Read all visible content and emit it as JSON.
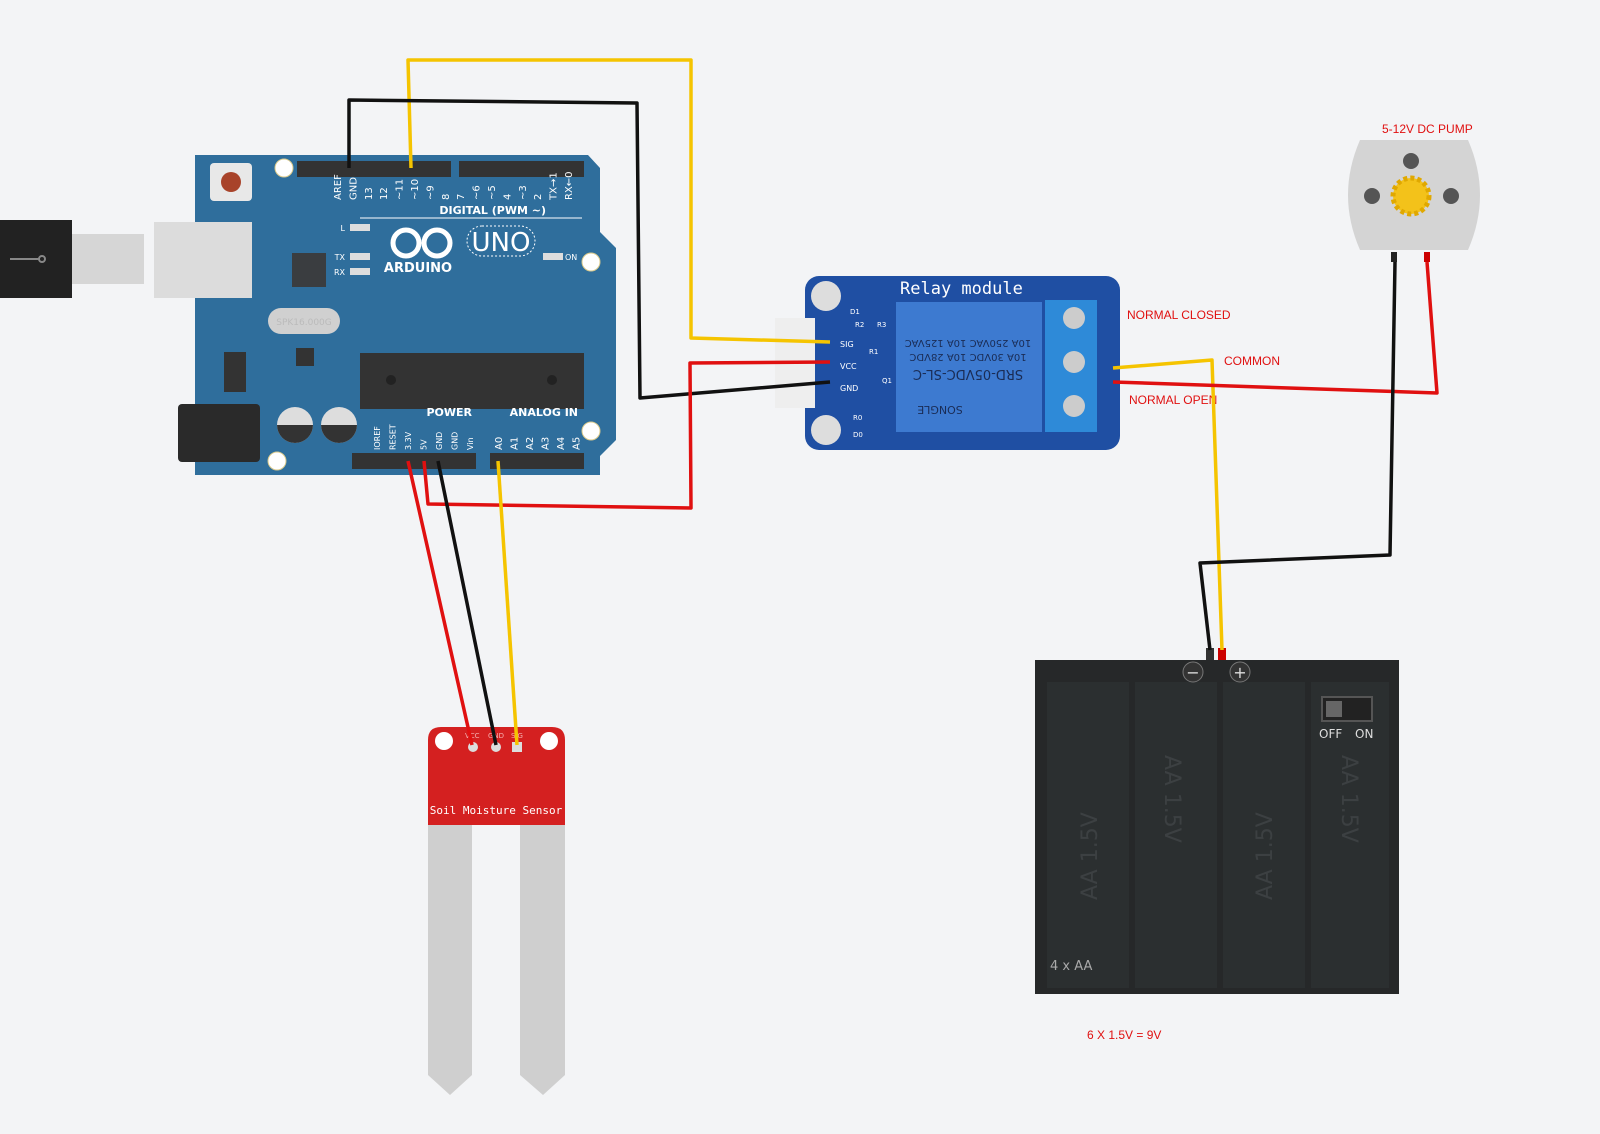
{
  "colors": {
    "background": "#f3f4f6",
    "arduino": "#2f6e9c",
    "relay": "#1f4fa3",
    "sensor": "#d42020",
    "battery": "#262829",
    "wire_yellow": "#f5c400",
    "wire_red": "#e01010",
    "wire_black": "#111111"
  },
  "arduino": {
    "brand": "ARDUINO",
    "model": "UNO",
    "digital_header": "DIGITAL (PWM ~)",
    "digital_pins": [
      "AREF",
      "GND",
      "13",
      "12",
      "~11",
      "~10",
      "~9",
      "8",
      "7",
      "~6",
      "~5",
      "4",
      "~3",
      "2",
      "TX→1",
      "RX←0"
    ],
    "power_header": "POWER",
    "power_pins": [
      "IOREF",
      "RESET",
      "3.3V",
      "5V",
      "GND",
      "GND",
      "Vin"
    ],
    "analog_header": "ANALOG IN",
    "analog_pins": [
      "A0",
      "A1",
      "A2",
      "A3",
      "A4",
      "A5"
    ],
    "leds": [
      "L",
      "TX",
      "RX",
      "ON"
    ],
    "crystal": "SPK16.000G"
  },
  "relay": {
    "title": "Relay module",
    "pins": [
      "SIG",
      "VCC",
      "GND"
    ],
    "relay_text": [
      "SRD-05VDC-SL-C",
      "10A 30VDC 10A 28VDC",
      "10A 250VAC 10A 125VAC"
    ],
    "brand": "SONGLE",
    "component_labels": [
      "D1",
      "R2",
      "R3",
      "R1",
      "Q1",
      "R0",
      "D0"
    ]
  },
  "annotations": {
    "normal_closed": "NORMAL CLOSED",
    "common": "COMMON",
    "normal_open": "NORMAL OPEN",
    "pump": "5-12V DC PUMP",
    "battery_note": "6 X 1.5V = 9V"
  },
  "sensor": {
    "title": "Soil Moisture Sensor",
    "pins": [
      "VCC",
      "GND",
      "SIG"
    ]
  },
  "battery": {
    "label": "4 x AA",
    "cell_label": "AA 1.5V",
    "switch_off": "OFF",
    "switch_on": "ON",
    "switch_state": "off",
    "minus": "−",
    "plus": "+"
  }
}
